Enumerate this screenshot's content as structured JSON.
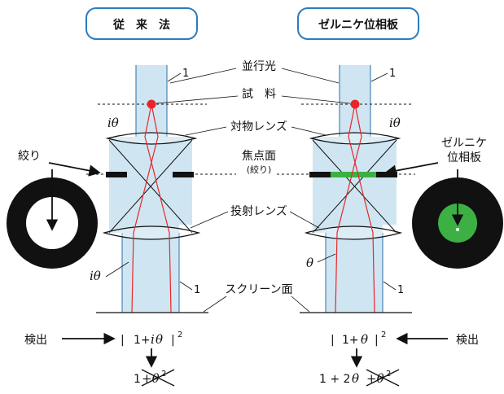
{
  "headers": {
    "left": "従　来　法",
    "right": "ゼルニケ位相板"
  },
  "labels": {
    "parallel_light": "並行光",
    "sample": "試　料",
    "objective_lens": "対物レンズ",
    "focal_plane": "焦点面",
    "focal_plane_sub": "(絞り)",
    "projection_lens": "投射レンズ",
    "screen_plane": "スクリーン面",
    "aperture": "絞り",
    "zernike_plate_line1": "ゼルニケ",
    "zernike_plate_line2": "位相板",
    "detect_left": "検出",
    "detect_right": "検出"
  },
  "numbers": {
    "one_top_left": "1",
    "one_top_right": "1",
    "one_bottom_left": "1",
    "one_bottom_right": "1"
  },
  "symbols": {
    "i_theta_top_left": "iθ",
    "i_theta_top_right": "iθ",
    "i_theta_bottom_left": "iθ",
    "theta_bottom_right": "θ"
  },
  "equations": {
    "left_bar_open": "|",
    "left_one_plus": "1+",
    "left_i": "i",
    "left_theta": "θ",
    "left_bar_close": "|",
    "left_power": "2",
    "left_result_base": "1",
    "left_result_crossed": "+θ",
    "left_result_power": "2",
    "right_bar_open": "|",
    "right_one_plus": "1+",
    "right_theta": "θ",
    "right_bar_close": "|",
    "right_power": "2",
    "right_result_main": "1 + 2",
    "right_result_theta": "θ",
    "right_result_crossed": "+θ",
    "right_result_power": "2"
  },
  "colors": {
    "beam_fill": "#cfe6f2",
    "beam_stroke": "#2a6fa8",
    "header_border": "#2a7cc0",
    "ray_red": "#e8262a",
    "zernike_green": "#3cb043",
    "black": "#111111"
  }
}
